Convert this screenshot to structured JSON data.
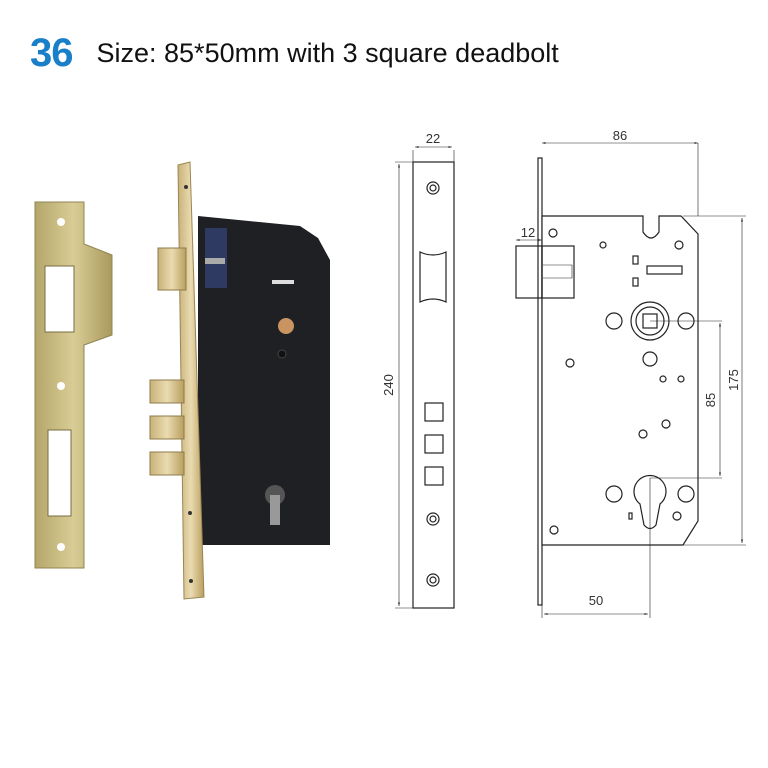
{
  "header": {
    "model_number": "36",
    "spec": "Size: 85*50mm with 3 square deadbolt",
    "accent_color": "#1a7fc9"
  },
  "photo": {
    "strike_plate": {
      "finish": "brass",
      "color": "#c9bd85"
    },
    "lock_body": {
      "faceplate_color": "#d4c08c",
      "case_color": "#1f2023",
      "deadbolt_count": 3
    }
  },
  "faceplate_drawing": {
    "width_label": "22",
    "height_label": "240"
  },
  "lock_body_drawing": {
    "width_label": "86",
    "latch_label": "12",
    "center_distance_label": "85",
    "case_height_label": "175",
    "backset_label": "50"
  }
}
